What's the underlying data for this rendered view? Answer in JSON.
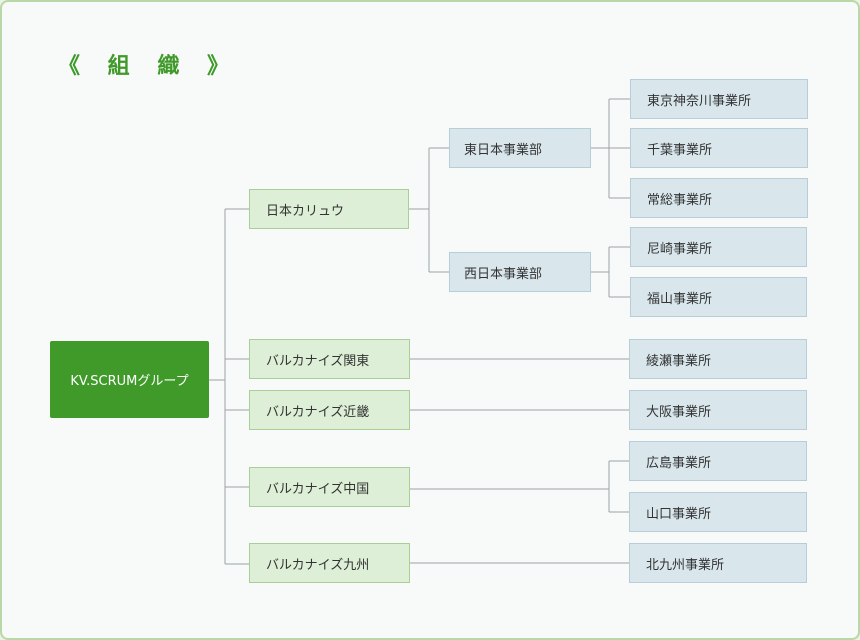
{
  "title": "《 組 織 》",
  "root": "KV.SCRUMグループ",
  "companies": {
    "karyu": "日本カリュウ",
    "kanto": "バルカナイズ関東",
    "kinki": "バルカナイズ近畿",
    "chugoku": "バルカナイズ中国",
    "kyushu": "バルカナイズ九州"
  },
  "departments": {
    "east": "東日本事業部",
    "west": "西日本事業部"
  },
  "offices": {
    "tokyo": "東京神奈川事業所",
    "chiba": "千葉事業所",
    "joso": "常総事業所",
    "amagasaki": "尼崎事業所",
    "fukuyama": "福山事業所",
    "ayase": "綾瀬事業所",
    "osaka": "大阪事業所",
    "hiroshima": "広島事業所",
    "yamaguchi": "山口事業所",
    "kitakyushu": "北九州事業所"
  }
}
